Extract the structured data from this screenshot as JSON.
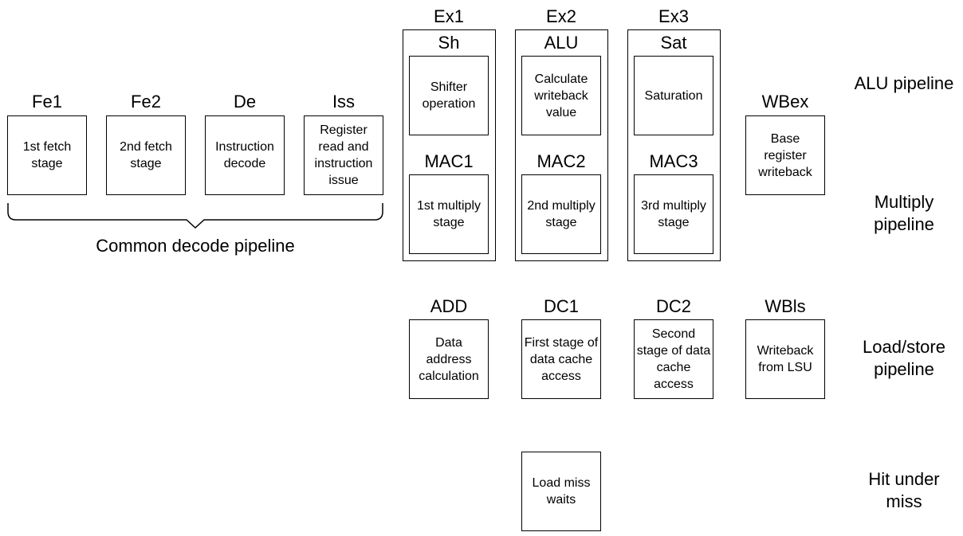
{
  "common": {
    "stages": [
      {
        "name": "Fe1",
        "desc": "1st fetch stage"
      },
      {
        "name": "Fe2",
        "desc": "2nd fetch stage"
      },
      {
        "name": "De",
        "desc": "Instruction decode"
      },
      {
        "name": "Iss",
        "desc": "Register read and instruction issue"
      }
    ],
    "label": "Common decode pipeline"
  },
  "execute": {
    "columns": [
      "Ex1",
      "Ex2",
      "Ex3"
    ],
    "alu": [
      {
        "name": "Sh",
        "desc": "Shifter operation"
      },
      {
        "name": "ALU",
        "desc": "Calculate writeback value"
      },
      {
        "name": "Sat",
        "desc": "Saturation"
      }
    ],
    "mac": [
      {
        "name": "MAC1",
        "desc": "1st multiply stage"
      },
      {
        "name": "MAC2",
        "desc": "2nd multiply stage"
      },
      {
        "name": "MAC3",
        "desc": "3rd multiply stage"
      }
    ],
    "wbex": {
      "name": "WBex",
      "desc": "Base register writeback"
    }
  },
  "loadstore": [
    {
      "name": "ADD",
      "desc": "Data address calculation"
    },
    {
      "name": "DC1",
      "desc": "First stage of data cache access"
    },
    {
      "name": "DC2",
      "desc": "Second stage of data cache access"
    },
    {
      "name": "WBls",
      "desc": "Writeback from LSU"
    }
  ],
  "hum": {
    "desc": "Load miss waits"
  },
  "side_labels": {
    "alu": "ALU pipeline",
    "multiply": "Multiply pipeline",
    "loadstore": "Load/store pipeline",
    "hit": "Hit under miss"
  }
}
